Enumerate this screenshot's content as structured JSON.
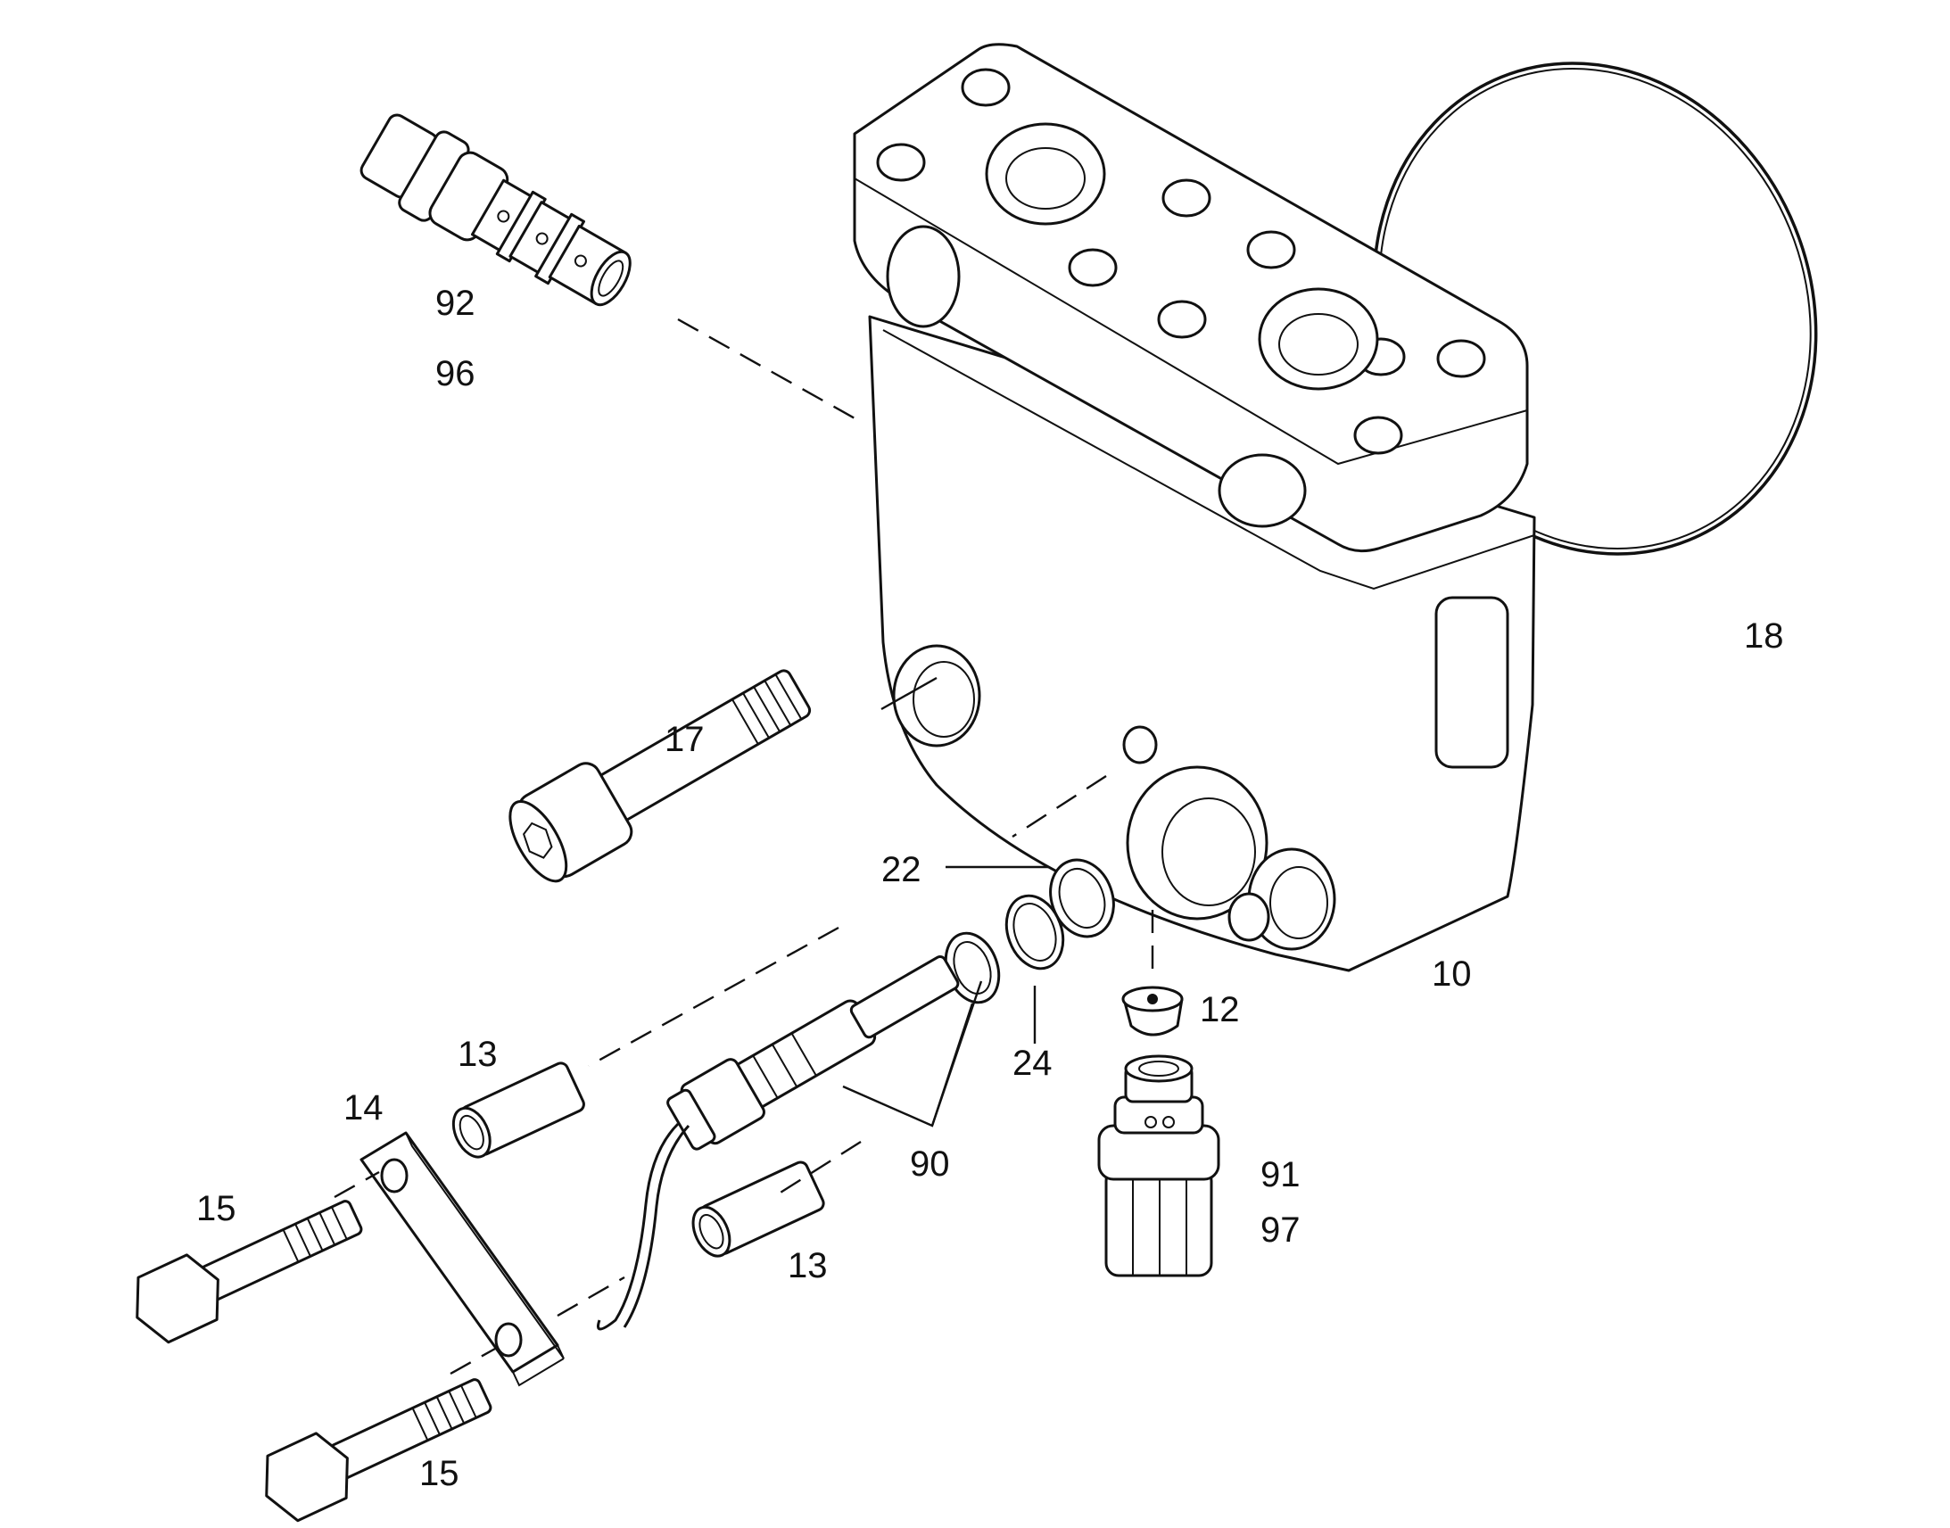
{
  "labels": {
    "p92": "92",
    "p96": "96",
    "p18": "18",
    "p17": "17",
    "p22": "22",
    "p10": "10",
    "p12": "12",
    "p24": "24",
    "p13a": "13",
    "p14": "14",
    "p90": "90",
    "p91": "91",
    "p97": "97",
    "p15a": "15",
    "p13b": "13",
    "p15b": "15"
  }
}
